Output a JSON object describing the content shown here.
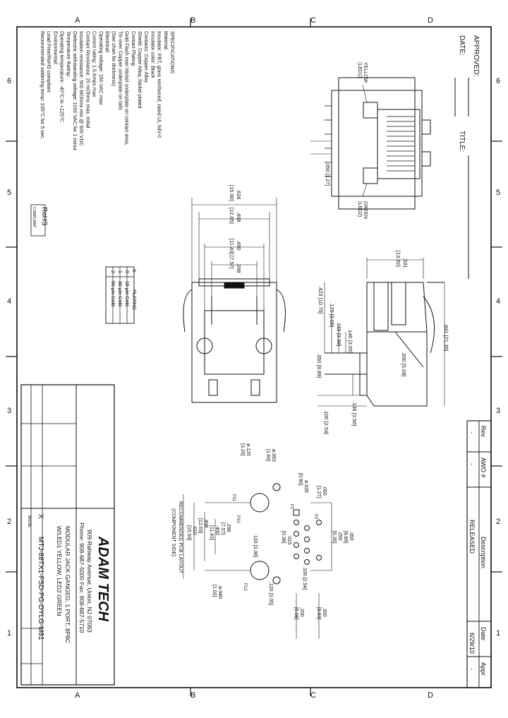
{
  "zone_letters": {
    "a": "A",
    "b": "B",
    "c": "C",
    "d": "D"
  },
  "zone_numbers": {
    "n6": "6",
    "n5": "5",
    "n4": "4",
    "n3": "3",
    "n2": "2",
    "n1": "1"
  },
  "approval": {
    "approved": "APPROVED:",
    "date": "DATE:",
    "title": "TITLE:"
  },
  "specs": [
    "SPECIFICATIONS:",
    "Material:",
    "Insulator: PBT, glass reinforced, rated UL 94V-0",
    "Insulator color: Black",
    "Contacts: Copper Alloy",
    "Shield: Copper Alloy, Nickel plated",
    "Contact Plating:",
    "Gold Flash over Nickel underplate on contact area,",
    "Tin over Copper underplate on tails",
    "(See chart for thickness)",
    "Electrical:",
    "Operating voltage: 150 VAC max",
    "Current rating: 1.5 Amps max",
    "Contact Resistance: 20 mOhms max. initial",
    "Insulation resistance: 500 MOhms min @ 500 VDC",
    "Dielectric withstanding voltage: 1000 VAC for 1 minut",
    "Temperature Rating:",
    "Operating temperature: -40°C to +125°C",
    "Environmental:",
    "Lead Free/RoHS compliant",
    "Recommended soldering temp: 235°C for 5 sec."
  ],
  "rohs": {
    "mark": "RoHS",
    "sub": "COMPLIANT"
  },
  "plating_table": {
    "headers": [
      "X",
      "PLATING"
    ],
    "rows": [
      [
        "0",
        "15 μin Gold"
      ],
      [
        "1",
        "30 μin Gold"
      ],
      [
        "2",
        "50 μin Gold"
      ]
    ]
  },
  "revision_table": {
    "headers": [
      "Rev",
      "AWO #",
      "Description",
      "Date",
      "Appr"
    ],
    "row": [
      "-",
      "-",
      "RELEASED",
      "6/29/10",
      "-"
    ]
  },
  "title_block": {
    "company": "ADAM TECH",
    "address": "909 Rahway Avenue, Union, NJ 07083",
    "phone": "Phone: 908-687-5000 Fax: 908-687-5710",
    "description_1": "MODULAR JACK GANGED, 1 PORT, 8P8C",
    "description_2": "W/LED1 YELLOW, LED2 GREEN",
    "part_number": "MTJ-88TX1-FSD-PG-DYLG-M81",
    "x_code": "X",
    "code": "86036"
  },
  "led_labels": {
    "yellow": "YELLOW",
    "led1": "(LED1)",
    "green": "GREEN",
    "led2": "(LED2)"
  },
  "dims_front": {
    "d050": ".050 [1.27]",
    "d626": ".626",
    "d626m": "[15.90]",
    "d498": ".498",
    "d498m": "[12.65]",
    "d450": ".450",
    "d450m": "[11.43]",
    "d298": ".298",
    "d298m": "[7.57]"
  },
  "dims_side": {
    "d531": ".531",
    "d531m": "[13.50]",
    "d841": ".841 [21.35]",
    "d423": ".423 [10.75]",
    "d120": ".120 [3.05]",
    "d133": ".133 [3.38]",
    "d200": ".200 [5.08]",
    "d140": ".140 [3.55]",
    "d350": ".350 [8.89]",
    "d136": ".136 [3.50]",
    "d100": ".100 [2.54]"
  },
  "pcb": {
    "title_1": "RECOMMENDED PCB LAYOUT",
    "title_2": "(COMPONENT SIDE)",
    "d063": "ø.063",
    "d063m": "[1.60]",
    "d126": "ø.126",
    "d126m": "[3.20]",
    "d035": "ø.035",
    "d035m": "[0.90]",
    "d050": ".050",
    "d050m": "[1.27]",
    "d350": ".350",
    "d350m": "[8.89]",
    "d250": ".250",
    "d250m": "[6.35]",
    "d015": ".015",
    "d015m": "[0.38]",
    "d133": ".133 [3.38]",
    "d120": ".120 [3.05]",
    "d100": ".100 [2.54]",
    "d040": "ø.040",
    "d040m": "[1.02]",
    "d200": ".200",
    "d200m": "[5.08]",
    "d350b": ".350",
    "d350bm": "[8.89]",
    "d298": ".298",
    "d298m": "[7.57]",
    "d450": ".450",
    "d450m": "[11.43]",
    "d498": ".498",
    "d498m": "[12.65]",
    "d610": ".610",
    "d610m": "[15.50]",
    "p1": "P1",
    "p10": "P10",
    "p11": "P11",
    "p12": "P12",
    "p2": "P2"
  }
}
